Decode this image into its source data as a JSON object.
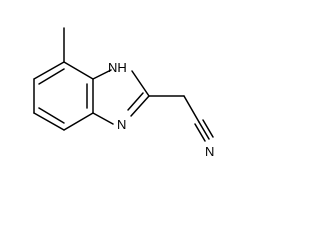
{
  "molecule": {
    "atoms": {
      "nh": "NH",
      "n_ring": "N",
      "n_nitrile": "N"
    }
  },
  "colors": {
    "bond": "#000000",
    "background": "#ffffff"
  }
}
